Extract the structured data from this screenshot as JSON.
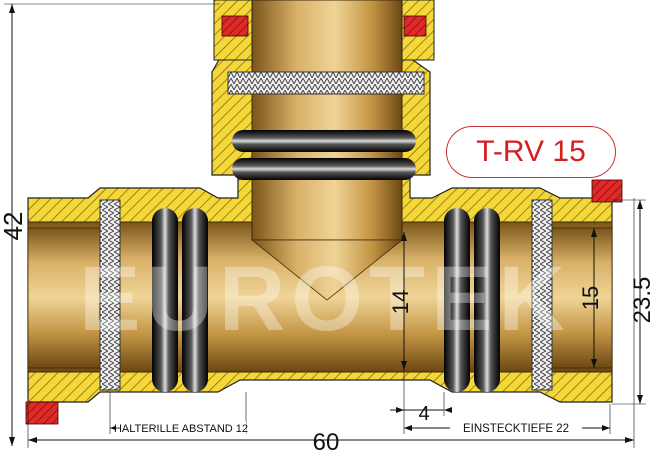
{
  "product": {
    "model": "T-RV 15",
    "watermark": "EUROTEK"
  },
  "dimensions": {
    "overall_height": "42",
    "overall_length": "60",
    "outer_diameter": "23.5",
    "inner_diameter_right": "15",
    "inner_diameter_center": "14",
    "gap": "4",
    "retaining_ring_spacing": "HALTERILLE ABSTAND 12",
    "insertion_depth": "EINSTECKTIEFE 22"
  },
  "colors": {
    "brass_light": "#e2bd74",
    "brass_mid": "#b98b40",
    "brass_dark": "#6e4a16",
    "hatch_yellow": "#f4d83a",
    "seal_red": "#e02a2a",
    "dim_line": "#111111",
    "title_red": "#d52020"
  }
}
